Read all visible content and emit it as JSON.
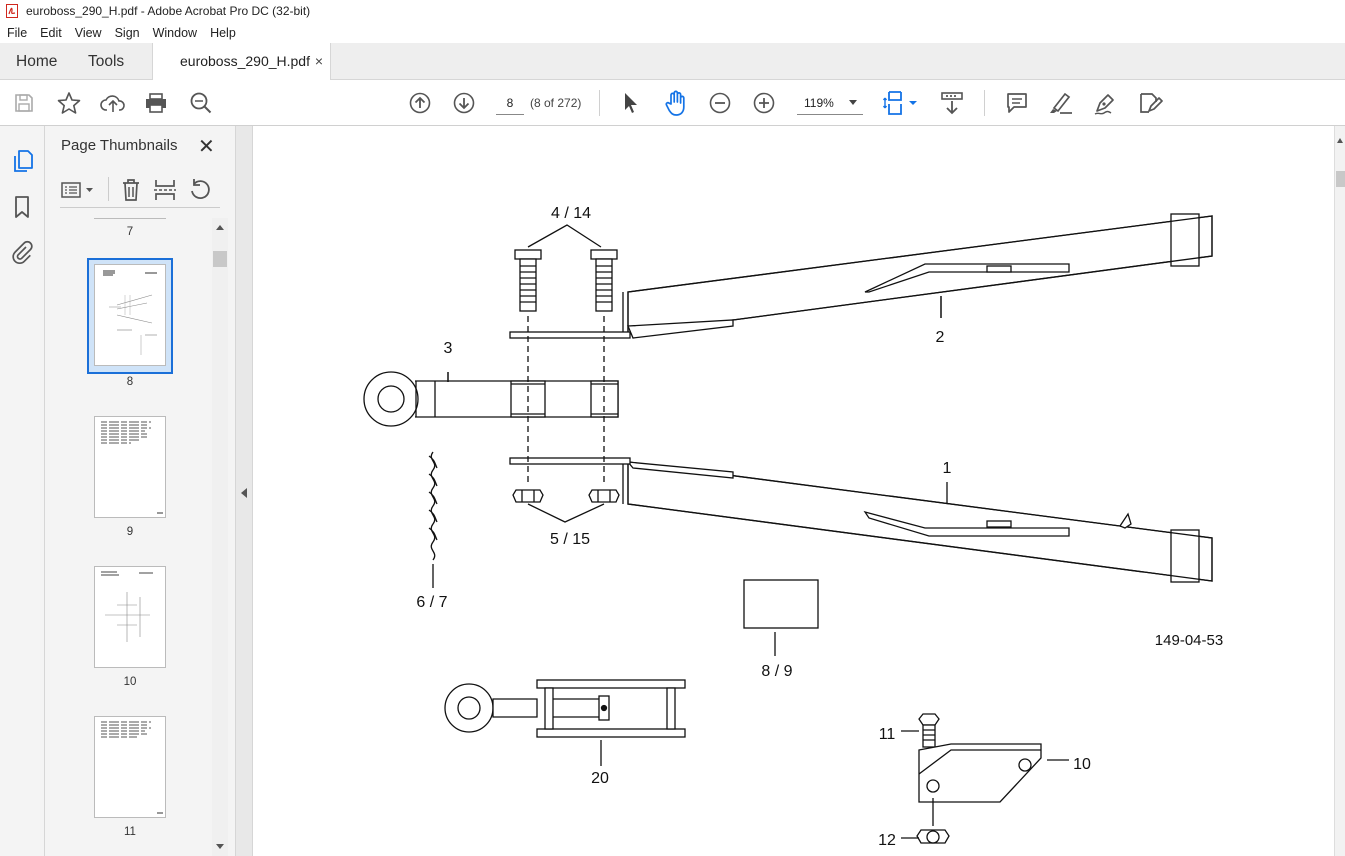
{
  "window": {
    "title": "euroboss_290_H.pdf - Adobe Acrobat Pro DC (32-bit)"
  },
  "menu": [
    "File",
    "Edit",
    "View",
    "Sign",
    "Window",
    "Help"
  ],
  "tabs": {
    "home": "Home",
    "tools": "Tools",
    "document": "euroboss_290_H.pdf",
    "close": "×"
  },
  "toolbar": {
    "page_number": "8",
    "page_count": "(8 of 272)",
    "zoom": "119%"
  },
  "sidebar": {
    "title": "Page Thumbnails",
    "close": "✕",
    "thumbnails": [
      {
        "page": "7"
      },
      {
        "page": "8",
        "selected": true
      },
      {
        "page": "9"
      },
      {
        "page": "10"
      },
      {
        "page": "11"
      }
    ]
  },
  "drawing": {
    "labels": {
      "bolts": "4 / 14",
      "arm_upper": "2",
      "eye": "3",
      "arm_lower": "1",
      "nuts": "5 / 15",
      "chain": "6 / 7",
      "box": "8 / 9",
      "ref": "149-04-53",
      "assembly": "20",
      "bolt_small": "11",
      "plate": "10",
      "nut_small": "12"
    }
  },
  "colors": {
    "accent": "#1473e6",
    "selected_thumb_border": "#1a6fd8"
  }
}
